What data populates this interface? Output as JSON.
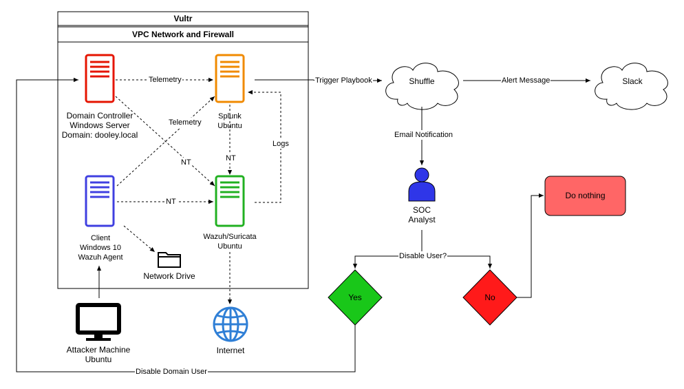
{
  "containers": {
    "outer_title": "Vultr",
    "inner_title": "VPC Network and Firewall"
  },
  "nodes": {
    "domain_controller": [
      "Domain Controller",
      "Windows Server",
      "Domain: dooley.local"
    ],
    "splunk": [
      "Splunk",
      "Ubuntu"
    ],
    "client": [
      "Client",
      "Windows 10",
      "Wazuh Agent"
    ],
    "wazuh": [
      "Wazuh/Suricata",
      "Ubuntu"
    ],
    "network_drive": "Network Drive",
    "attacker": [
      "Attacker Machine",
      "Ubuntu"
    ],
    "internet": "Internet",
    "shuffle": "Shuffle",
    "slack": "Slack",
    "soc_analyst": [
      "SOC",
      "Analyst"
    ],
    "decision_yes": "Yes",
    "decision_no": "No",
    "do_nothing": "Do nothing"
  },
  "edges": {
    "telemetry_dc": "Telemetry",
    "telemetry_client": "Telemetry",
    "nt_dc": "NT",
    "nt_splunk": "NT",
    "nt_client": "NT",
    "logs": "Logs",
    "trigger_playbook": "Trigger Playbook",
    "alert_message": "Alert Message",
    "email_notification": "Email Notification",
    "disable_user": "Disable User?",
    "disable_domain_user": "Disable Domain User"
  },
  "colors": {
    "domain_controller": "#e51400",
    "splunk": "#f08a00",
    "client": "#3f3fe0",
    "wazuh": "#21b021",
    "soc_analyst": "#2f36e8",
    "yes": "#19c719",
    "no": "#ff1a1a",
    "do_nothing": "#ff6666",
    "internet": "#2f7fd6"
  }
}
